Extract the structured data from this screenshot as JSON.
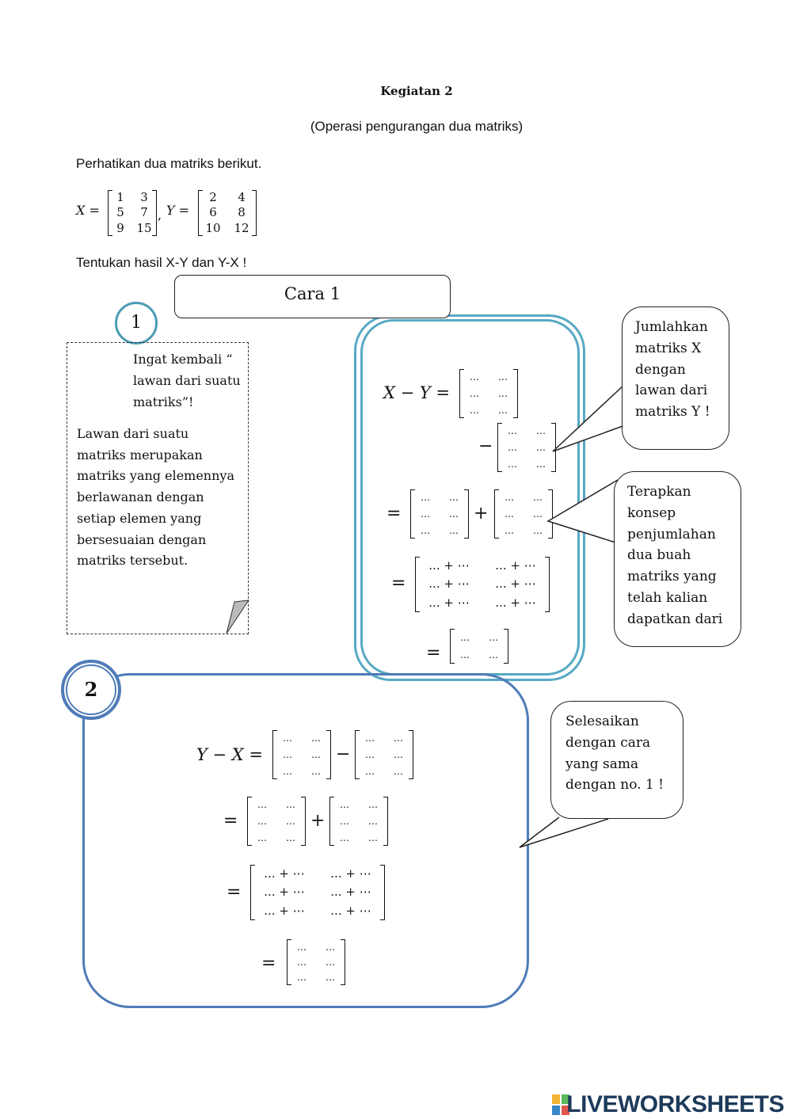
{
  "header": {
    "title": "Kegiatan 2",
    "subtitle": "(Operasi pengurangan dua matriks)"
  },
  "intro": {
    "text": "Perhatikan dua matriks berikut.",
    "x_label": "X =",
    "y_label": "Y =",
    "separator": ",",
    "matrix_x": [
      "1",
      "3",
      "5",
      "7",
      "9",
      "15"
    ],
    "matrix_y": [
      "2",
      "4",
      "6",
      "8",
      "10",
      "12"
    ],
    "task": "Tentukan hasil X-Y  dan Y-X !"
  },
  "cara": {
    "label": "Cara 1"
  },
  "step1": {
    "number": "1"
  },
  "step2": {
    "number": "2"
  },
  "note": {
    "reminder": "Ingat kembali “ lawan dari suatu matriks”!",
    "definition": "Lawan dari suatu matriks merupakan matriks yang elemennya berlawanan dengan setiap elemen yang bersesuaian dengan matriks tersebut."
  },
  "panel1": {
    "lhs": "X − Y =",
    "minus": "−",
    "plus": "+",
    "equals": "=",
    "dots": "…",
    "sum_cell": "... + ⋯"
  },
  "panel2": {
    "lhs": "Y − X =",
    "minus": "−",
    "plus": "+",
    "equals": "="
  },
  "bubbles": {
    "b1": "Jumlahkan matriks X dengan lawan dari matriks Y !",
    "b2": "Terapkan konsep penjumlahan dua buah matriks yang telah kalian dapatkan dari",
    "b3": "Selesaikan dengan cara yang sama dengan no. 1 !"
  },
  "brand": {
    "logo": "LIVEWORKSHEETS"
  }
}
